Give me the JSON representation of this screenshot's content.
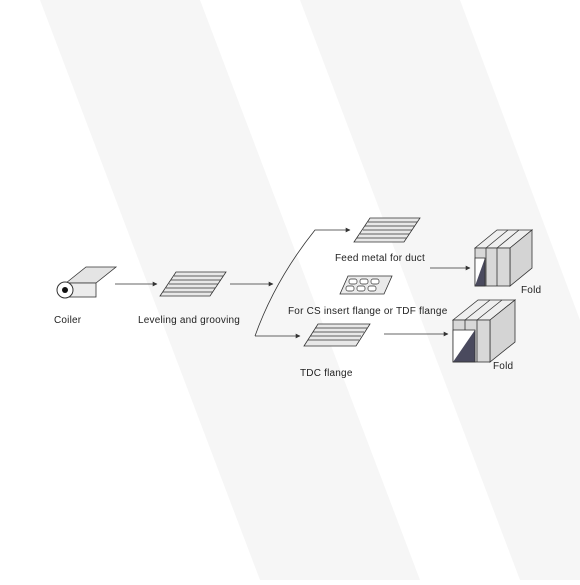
{
  "diagram": {
    "steps": {
      "coiler": "Coiler",
      "leveling": "Leveling and grooving",
      "feed_metal": "Feed metal for duct",
      "cs_insert": "For CS insert flange or TDF flange",
      "tdc_flange": "TDC flange",
      "fold_top": "Fold",
      "fold_bottom": "Fold"
    },
    "colors": {
      "line": "#333333",
      "sheet": "#e6e6e6",
      "duct_side": "#d4d4d4",
      "duct_top": "#efefef",
      "duct_inner": "#4a4a5e"
    }
  }
}
